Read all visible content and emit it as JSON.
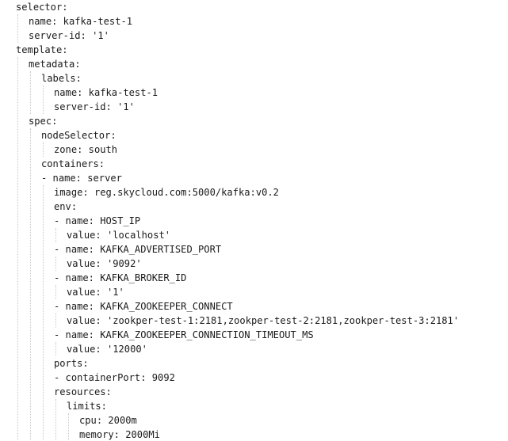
{
  "editor": {
    "lines": [
      {
        "indent": 1,
        "text": "selector:"
      },
      {
        "indent": 2,
        "text": "name: kafka-test-1"
      },
      {
        "indent": 2,
        "text": "server-id: '1'"
      },
      {
        "indent": 1,
        "text": "template:"
      },
      {
        "indent": 2,
        "text": "metadata:"
      },
      {
        "indent": 3,
        "text": "labels:"
      },
      {
        "indent": 4,
        "text": "name: kafka-test-1"
      },
      {
        "indent": 4,
        "text": "server-id: '1'"
      },
      {
        "indent": 2,
        "text": "spec:"
      },
      {
        "indent": 3,
        "text": "nodeSelector:"
      },
      {
        "indent": 4,
        "text": "zone: south"
      },
      {
        "indent": 3,
        "text": "containers:"
      },
      {
        "indent": 3,
        "text": "- name: server"
      },
      {
        "indent": 4,
        "text": "image: reg.skycloud.com:5000/kafka:v0.2"
      },
      {
        "indent": 4,
        "text": "env:"
      },
      {
        "indent": 4,
        "text": "- name: HOST_IP"
      },
      {
        "indent": 5,
        "text": "value: 'localhost'"
      },
      {
        "indent": 4,
        "text": "- name: KAFKA_ADVERTISED_PORT"
      },
      {
        "indent": 5,
        "text": "value: '9092'"
      },
      {
        "indent": 4,
        "text": "- name: KAFKA_BROKER_ID"
      },
      {
        "indent": 5,
        "text": "value: '1'"
      },
      {
        "indent": 4,
        "text": "- name: KAFKA_ZOOKEEPER_CONNECT"
      },
      {
        "indent": 5,
        "text": "value: 'zookper-test-1:2181,zookper-test-2:2181,zookper-test-3:2181'"
      },
      {
        "indent": 4,
        "text": "- name: KAFKA_ZOOKEEPER_CONNECTION_TIMEOUT_MS"
      },
      {
        "indent": 5,
        "text": "value: '12000'"
      },
      {
        "indent": 4,
        "text": "ports:"
      },
      {
        "indent": 4,
        "text": "- containerPort: 9092"
      },
      {
        "indent": 4,
        "text": "resources:"
      },
      {
        "indent": 5,
        "text": "limits:"
      },
      {
        "indent": 6,
        "text": "cpu: 2000m"
      },
      {
        "indent": 6,
        "text": "memory: 2000Mi"
      }
    ]
  }
}
